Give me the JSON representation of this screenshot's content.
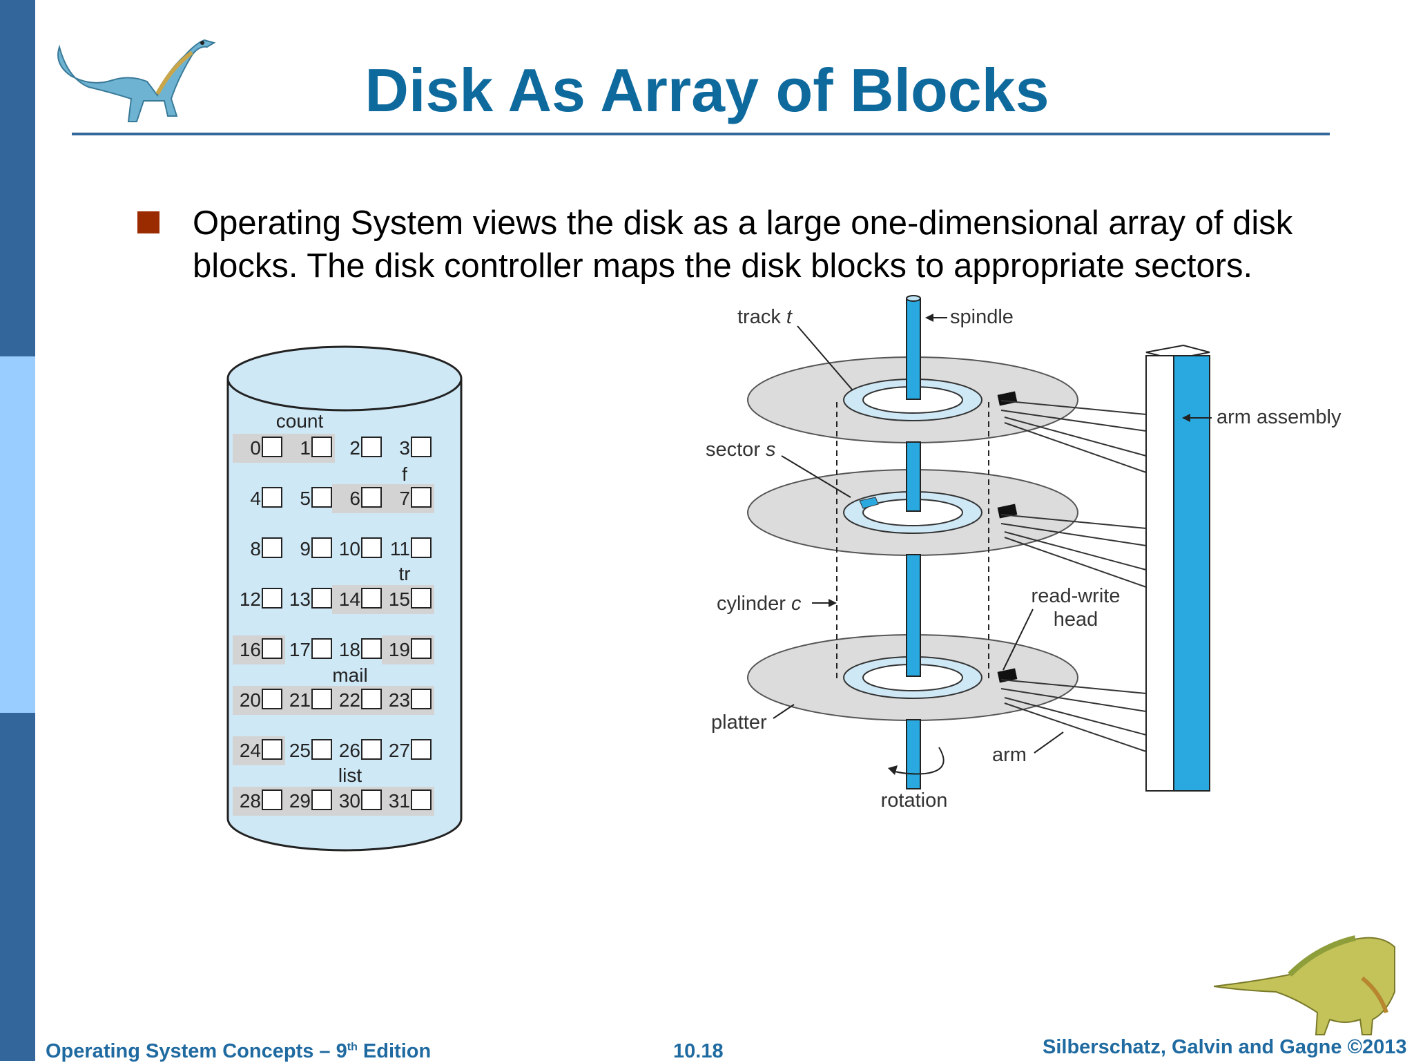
{
  "slide": {
    "title": "Disk As Array of Blocks",
    "bullet": {
      "line1": "Operating System views the disk as a large one-dimensional array of disk",
      "line2": "blocks. The disk controller maps the disk blocks to appropriate sectors."
    }
  },
  "cylinder_figure": {
    "files": {
      "count": "count",
      "f": "f",
      "tr": "tr",
      "mail": "mail",
      "list": "list"
    },
    "block_numbers": [
      "0",
      "1",
      "2",
      "3",
      "4",
      "5",
      "6",
      "7",
      "8",
      "9",
      "10",
      "11",
      "12",
      "13",
      "14",
      "15",
      "16",
      "17",
      "18",
      "19",
      "20",
      "21",
      "22",
      "23",
      "24",
      "25",
      "26",
      "27",
      "28",
      "29",
      "30",
      "31"
    ]
  },
  "disk_figure": {
    "labels": {
      "track": "track",
      "track_var": "t",
      "spindle": "spindle",
      "arm_assembly": "arm assembly",
      "sector": "sector",
      "sector_var": "s",
      "cylinder": "cylinder",
      "cylinder_var": "c",
      "read_write_1": "read-write",
      "read_write_2": "head",
      "platter": "platter",
      "arm": "arm",
      "rotation": "rotation"
    }
  },
  "footer": {
    "book_title": "Operating System Concepts – 9",
    "edition_sup": "th",
    "edition_word": " Edition",
    "page_number": "10.18",
    "copyright": "Silberschatz, Galvin and Gagne ©2013"
  },
  "colors": {
    "sidebar": "#33669a",
    "sidebar_light": "#99ccff",
    "title": "#0e6a9d",
    "bullet": "#9a2a00",
    "footer": "#1f6aa0",
    "cylinder_fill": "#cfe8f6",
    "spindle": "#29a9e0"
  },
  "icons": {
    "top_left": "dinosaur-illustration",
    "bottom_right": "dinosaur-illustration"
  }
}
